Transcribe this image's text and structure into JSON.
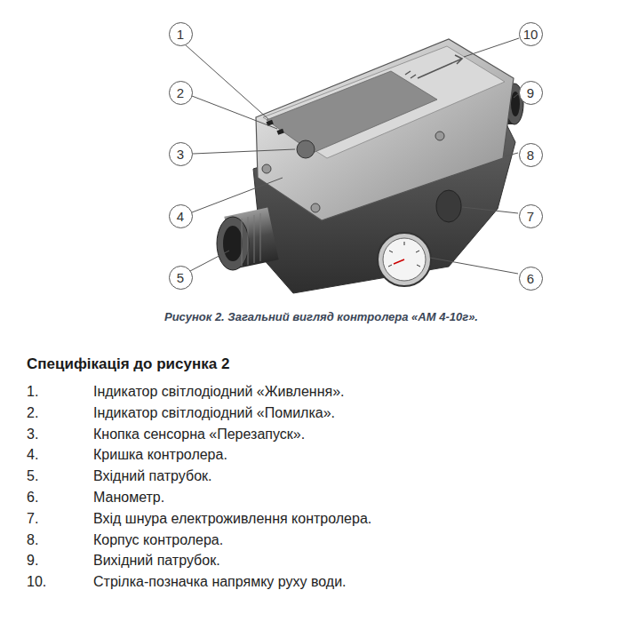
{
  "diagram": {
    "title": "Специфікація до рисунка 2",
    "caption": "Рисунок 2. Загальний вигляд контролера «АМ 4-10г».",
    "nodes": [
      {
        "text": [
          "1"
        ]
      },
      {
        "text": [
          "2"
        ]
      },
      {
        "text": [
          "3"
        ]
      },
      {
        "text": [
          "4"
        ]
      },
      {
        "text": [
          "5"
        ]
      },
      {
        "text": [
          "6"
        ]
      },
      {
        "text": [
          "7"
        ]
      },
      {
        "text": [
          "8"
        ]
      },
      {
        "text": [
          "9"
        ]
      },
      {
        "text": [
          "10"
        ]
      }
    ],
    "labels": [
      "1.",
      "Індикатор світлодіодний «Живлення».",
      "2.",
      "Індикатор світлодіодний «Помилка».",
      "3.",
      "Кнопка сенсорна «Перезапуск».",
      "4.",
      "Кришка контролера.",
      "5.",
      "Вхідний патрубок.",
      "6.",
      "Манометр.",
      "7.",
      "Вхід шнура електроживлення контролера.",
      "8.",
      "Корпус контролера.",
      "9.",
      "Вихідний патрубок.",
      "10.",
      "Стрілка-позначка напрямку руху води."
    ]
  }
}
